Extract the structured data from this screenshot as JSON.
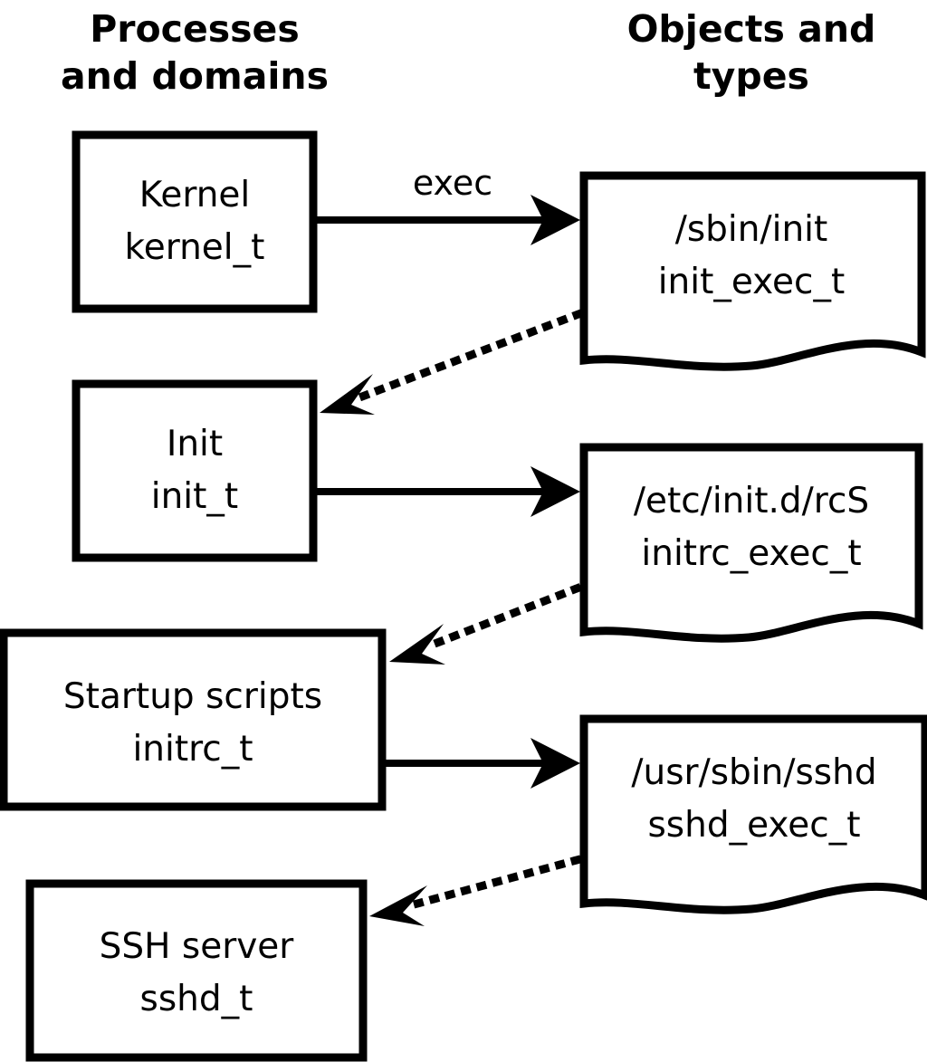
{
  "diagram": {
    "title_left": "Processes\nand domains",
    "title_left_line1": "Processes",
    "title_left_line2": "and domains",
    "title_right_line1": "Objects and",
    "title_right_line2": "types",
    "colors": {
      "stroke": "#000000",
      "fill": "#ffffff",
      "background": "#ffffff"
    },
    "processes": [
      {
        "id": "kernel",
        "name_line1": "Kernel",
        "name_line2": "kernel_t",
        "shape": "rectangle"
      },
      {
        "id": "init",
        "name_line1": "Init",
        "name_line2": "init_t",
        "shape": "rectangle"
      },
      {
        "id": "initrc",
        "name_line1": "Startup scripts",
        "name_line2": "initrc_t",
        "shape": "rectangle"
      },
      {
        "id": "sshd",
        "name_line1": "SSH server",
        "name_line2": "sshd_t",
        "shape": "rectangle"
      }
    ],
    "objects": [
      {
        "id": "init_exec",
        "name_line1": "/sbin/init",
        "name_line2": "init_exec_t",
        "shape": "document"
      },
      {
        "id": "initrc_exec",
        "name_line1": "/etc/init.d/rcS",
        "name_line2": "initrc_exec_t",
        "shape": "document"
      },
      {
        "id": "sshd_exec",
        "name_line1": "/usr/sbin/sshd",
        "name_line2": "sshd_exec_t",
        "shape": "document"
      }
    ],
    "edges": [
      {
        "id": "kernel-to-init_exec",
        "from": "kernel",
        "to": "init_exec",
        "label": "exec",
        "style": "solid",
        "direction": "right"
      },
      {
        "id": "init_exec-to-init",
        "from": "init_exec",
        "to": "init",
        "label": "",
        "style": "dotted",
        "direction": "left"
      },
      {
        "id": "init-to-initrc_exec",
        "from": "init",
        "to": "initrc_exec",
        "label": "",
        "style": "solid",
        "direction": "right"
      },
      {
        "id": "initrc_exec-to-initrc",
        "from": "initrc_exec",
        "to": "initrc",
        "label": "",
        "style": "dotted",
        "direction": "left"
      },
      {
        "id": "initrc-to-sshd_exec",
        "from": "initrc",
        "to": "sshd_exec",
        "label": "",
        "style": "solid",
        "direction": "right"
      },
      {
        "id": "sshd_exec-to-sshd",
        "from": "sshd_exec",
        "to": "sshd",
        "label": "",
        "style": "dotted",
        "direction": "left"
      }
    ]
  }
}
